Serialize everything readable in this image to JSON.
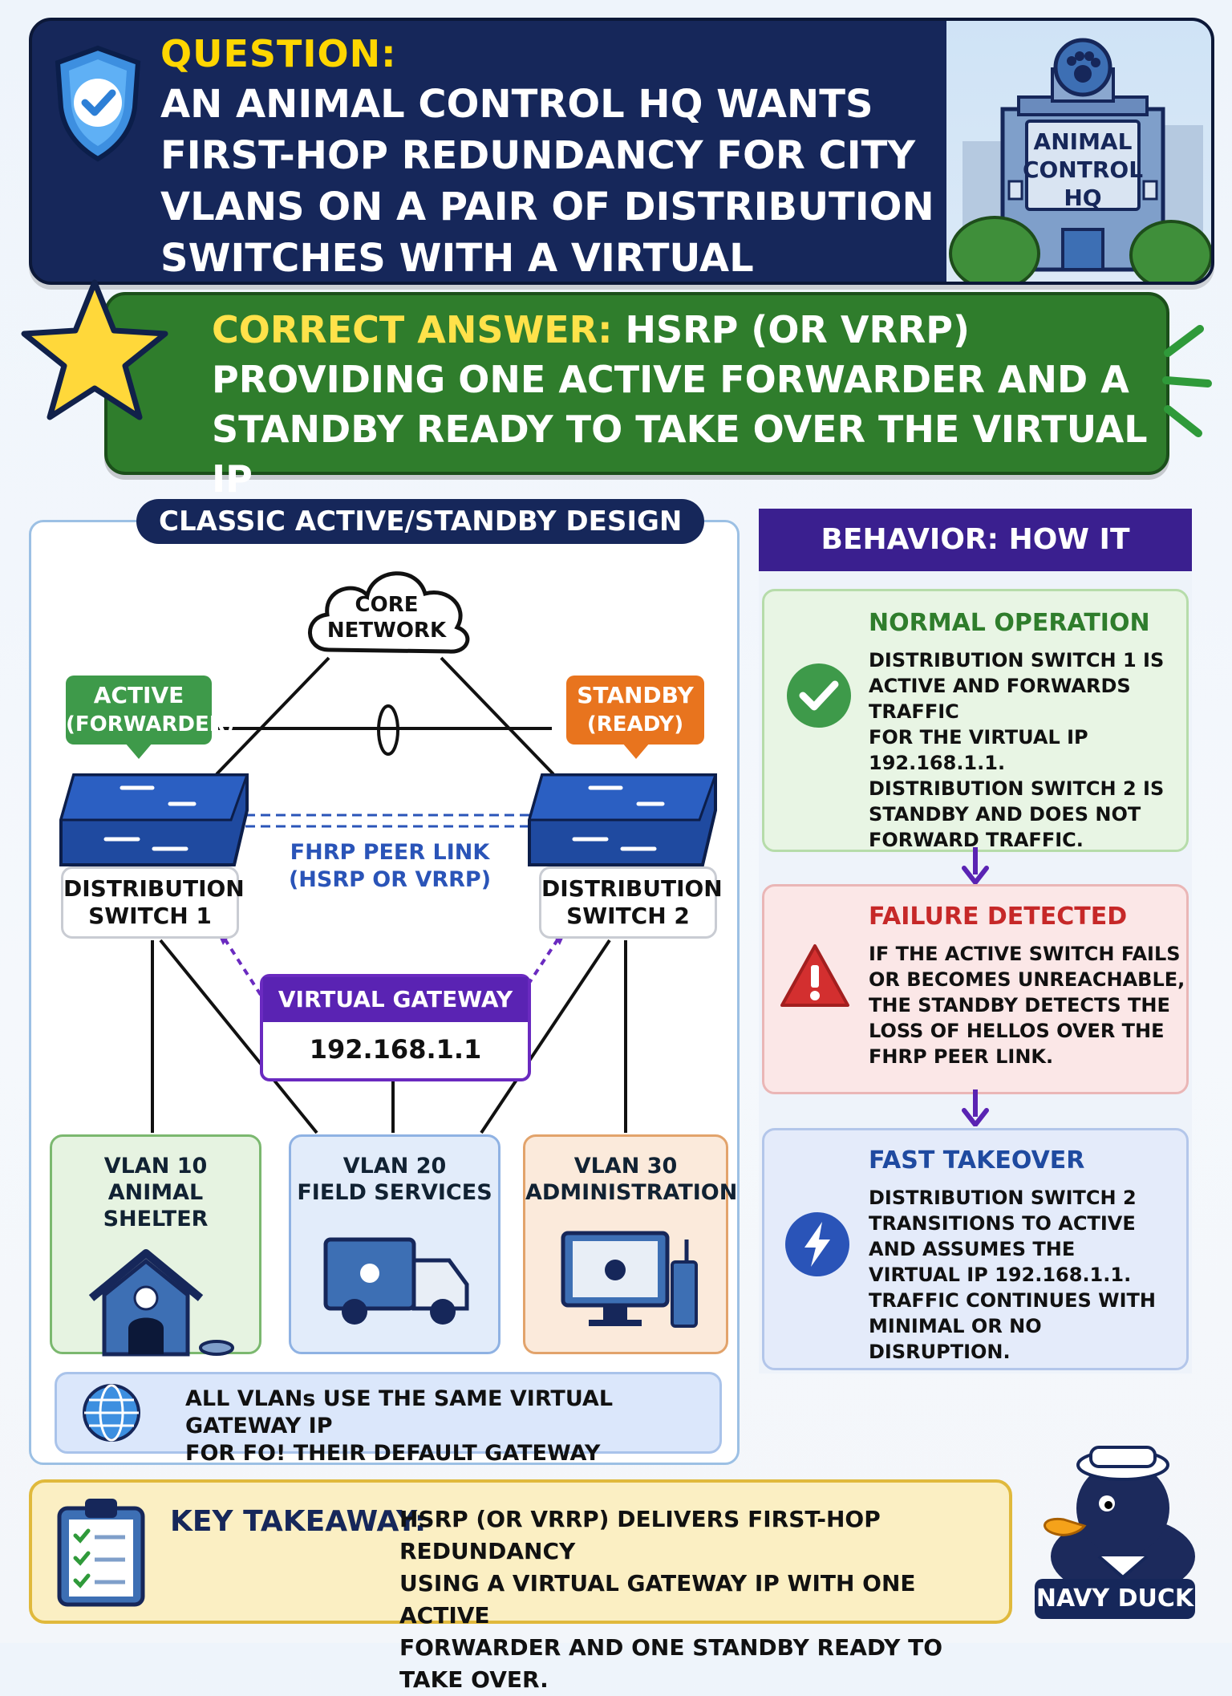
{
  "question": {
    "label": "QUESTION:",
    "text": "AN ANIMAL CONTROL HQ WANTS FIRST-HOP REDUNDANCY FOR CITY VLANS ON A PAIR OF DISTRIBUTION SWITCHES WITH A VIRTUAL GATEWAY IP.",
    "building_sign": [
      "ANIMAL",
      "CONTROL",
      "HQ"
    ]
  },
  "answer": {
    "label": "CORRECT ANSWER:",
    "text": " HSRP (OR VRRP) PROVIDING ONE ACTIVE FORWARDER AND A STANDBY READY TO TAKE OVER THE VIRTUAL IP"
  },
  "design": {
    "title": "CLASSIC ACTIVE/STANDBY DESIGN",
    "core": [
      "CORE",
      "NETWORK"
    ],
    "active_tag": [
      "ACTIVE",
      "(FORWARDER)"
    ],
    "standby_tag": [
      "STANDBY",
      "(READY)"
    ],
    "switch1": [
      "DISTRIBUTION",
      "SWITCH 1"
    ],
    "switch2": [
      "DISTRIBUTION",
      "SWITCH 2"
    ],
    "peer_link": [
      "FHRP PEER LINK",
      "(HSRP OR VRRP)"
    ],
    "vgw_title": "VIRTUAL GATEWAY IP",
    "vgw_ip": "192.168.1.1",
    "vlans": [
      {
        "id": "VLAN 10",
        "name": "ANIMAL SHELTER"
      },
      {
        "id": "VLAN 20",
        "name": "FIELD SERVICES"
      },
      {
        "id": "VLAN 30",
        "name": "ADMINISTRATION"
      }
    ],
    "all_vlans_note": [
      "ALL VLANs USE THE SAME VIRTUAL GATEWAY IP",
      "FOR FO! THEIR DEFAULT GATEWAY"
    ]
  },
  "behavior": {
    "title": "BEHAVIOR: HOW IT WORKS",
    "cards": [
      {
        "title": "NORMAL OPERATION",
        "body": [
          "DISTRIBUTION SWITCH 1 IS",
          "ACTIVE AND FORWARDS TRAFFIC",
          "FOR THE VIRTUAL IP",
          "192.168.1.1.",
          "DISTRIBUTION SWITCH 2 IS",
          "STANDBY AND DOES NOT",
          "FORWARD TRAFFIC."
        ]
      },
      {
        "title": "FAILURE DETECTED",
        "body": [
          "IF THE ACTIVE SWITCH FAILS",
          "OR BECOMES UNREACHABLE,",
          "THE STANDBY DETECTS THE",
          "LOSS OF HELLOS OVER THE",
          "FHRP PEER LINK."
        ]
      },
      {
        "title": "FAST TAKEOVER",
        "body": [
          "DISTRIBUTION SWITCH 2",
          "TRANSITIONS TO ACTIVE",
          "AND ASSUMES THE",
          "VIRTUAL IP 192.168.1.1.",
          "TRAFFIC CONTINUES WITH",
          "MINIMAL OR NO DISRUPTION."
        ]
      }
    ]
  },
  "takeaway": {
    "label": "KEY TAKEAWAY:",
    "text": [
      "HSRP (OR VRRP) DELIVERS FIRST-HOP REDUNDANCY",
      "USING A VIRTUAL GATEWAY IP WITH ONE ACTIVE",
      "FORWARDER AND ONE STANDBY READY TO TAKE OVER."
    ]
  },
  "mascot": {
    "label": "NAVY DUCK"
  },
  "colors": {
    "navy": "#16275a",
    "green": "#2f7d2c",
    "yellow": "#ffd600",
    "active": "#3e9a4a",
    "standby": "#e8741e",
    "purple": "#5a23b3",
    "switch": "#1f4aa0"
  }
}
